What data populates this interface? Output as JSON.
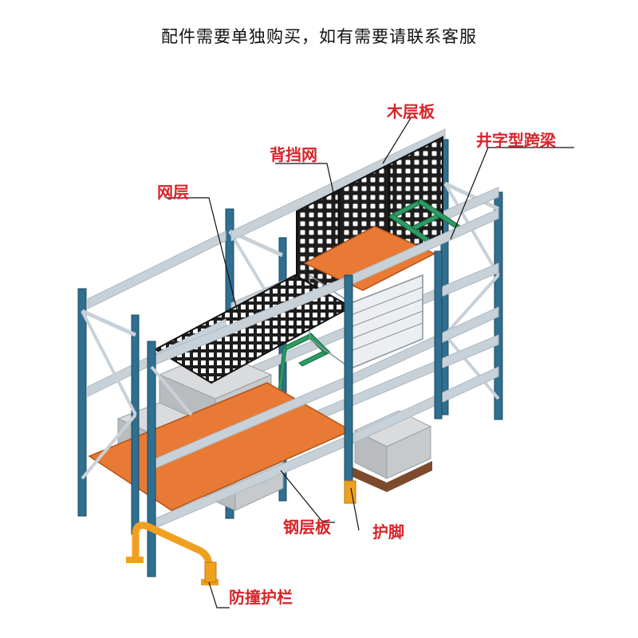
{
  "header": {
    "note": "配件需要单独购买，如有需要请联系客服"
  },
  "labels": {
    "wood_deck": "木层板",
    "cross_beam": "井字型跨梁",
    "back_mesh": "背挡网",
    "wire_deck": "网层",
    "steel_deck": "钢层板",
    "foot_guard": "护脚",
    "guard_rail": "防撞护栏"
  },
  "colors": {
    "label": "#d6242a",
    "upright": "#2f6f8f",
    "beam": "#c9d1d8",
    "steel_deck": "#e87a35",
    "wood_deck": "#e87a35",
    "wire_deck": "#1d1d1d",
    "cross_beam": "#2d9a63",
    "pallet": "#7d4a2e",
    "box": "#c3c6c8",
    "guard": "#f0a020"
  },
  "icons": [
    "rack-diagram"
  ]
}
